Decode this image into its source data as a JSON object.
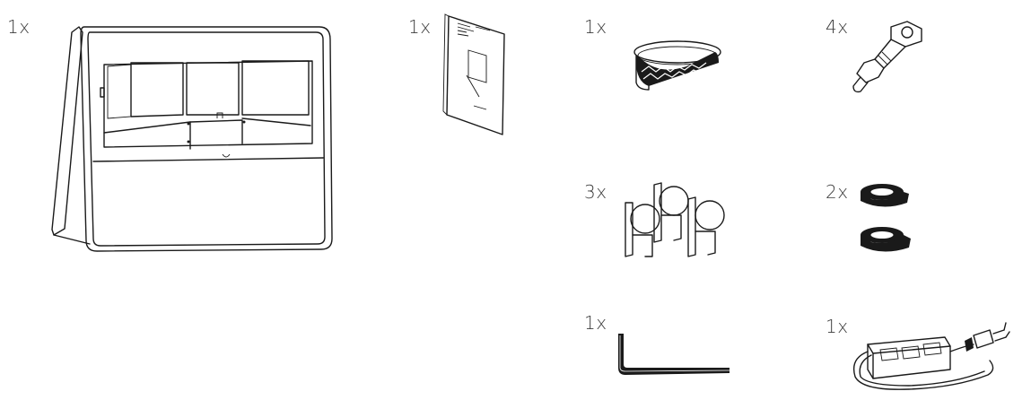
{
  "items": [
    {
      "qty": "1x",
      "icon": "display-frame-icon"
    },
    {
      "qty": "1x",
      "icon": "manual-booklet-icon"
    },
    {
      "qty": "1x",
      "icon": "velcro-strap-roll-icon"
    },
    {
      "qty": "4x",
      "icon": "standoff-screw-icon"
    },
    {
      "qty": "3x",
      "icon": "cable-clip-icon"
    },
    {
      "qty": "2x",
      "icon": "tape-roll-icon"
    },
    {
      "qty": "1x",
      "icon": "allen-key-icon"
    },
    {
      "qty": "1x",
      "icon": "power-strip-icon"
    }
  ]
}
